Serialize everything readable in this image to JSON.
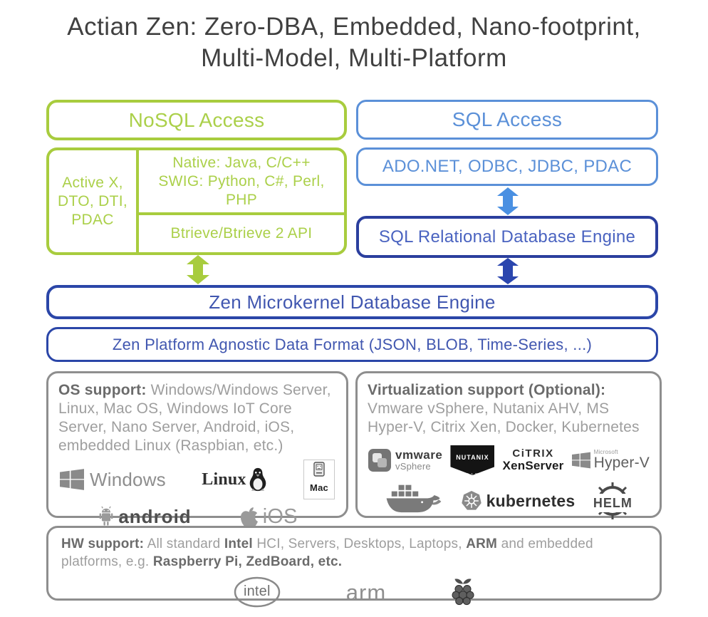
{
  "title": {
    "line1": "Actian Zen: Zero-DBA, Embedded, Nano-footprint,",
    "line2": "Multi-Model, Multi-Platform"
  },
  "colors": {
    "green": "#a8cc3e",
    "light_blue": "#5b90d8",
    "navy": "#2b3f9e",
    "arrow_light_blue": "#4a90e2",
    "arrow_navy": "#2b46ae",
    "gray_border": "#8e8e8e"
  },
  "nosql": {
    "header": "NoSQL Access",
    "apis": "Active X, DTO, DTI, PDAC",
    "native_lines": [
      "Native:  Java, C/C++",
      "SWIG:  Python, C#, Perl,",
      "PHP"
    ],
    "btrieve": "Btrieve/Btrieve 2 API"
  },
  "sql": {
    "header": "SQL Access",
    "drivers": "ADO.NET, ODBC, JDBC, PDAC",
    "engine": "SQL Relational Database Engine"
  },
  "zen": {
    "microkernel": "Zen Microkernel Database Engine",
    "format": "Zen Platform Agnostic Data Format (JSON, BLOB, Time-Series, ...)"
  },
  "os_support": {
    "label": "OS support:",
    "body": " Windows/Windows Server, Linux, Mac OS, Windows IoT Core Server, Nano Server, Android, iOS, embedded Linux (Raspbian, etc.)",
    "logos": {
      "windows": "Windows",
      "linux": "Linux",
      "mac": "Mac",
      "android": "android",
      "ios": "iOS"
    }
  },
  "virtualization": {
    "label": "Virtualization support (Optional):",
    "body": "Vmware vSphere, Nutanix AHV, MS Hyper-V, Citrix Xen, Docker, Kubernetes",
    "logos": {
      "vmware": "vmware",
      "vsphere": "vSphere",
      "nutanix": "NUTANIX",
      "nutanix_ready": "READY",
      "nutanix_ahv": "AHV",
      "citrix": "CiTRIX",
      "xenserver": "XenServer",
      "microsoft": "Microsoft",
      "hyperv": "Hyper-V",
      "kubernetes": "kubernetes",
      "helm": "HELM"
    }
  },
  "hw_support": {
    "seg1": "HW support:",
    "seg2": " All standard ",
    "seg3": "Intel",
    "seg4": " HCI, Servers, Desktops, Laptops, ",
    "seg5": "ARM",
    "seg6": " and embedded platforms, e.g. ",
    "seg7": "Raspberry Pi, ZedBoard, etc.",
    "logos": {
      "intel": "intel",
      "arm": "arm"
    }
  }
}
